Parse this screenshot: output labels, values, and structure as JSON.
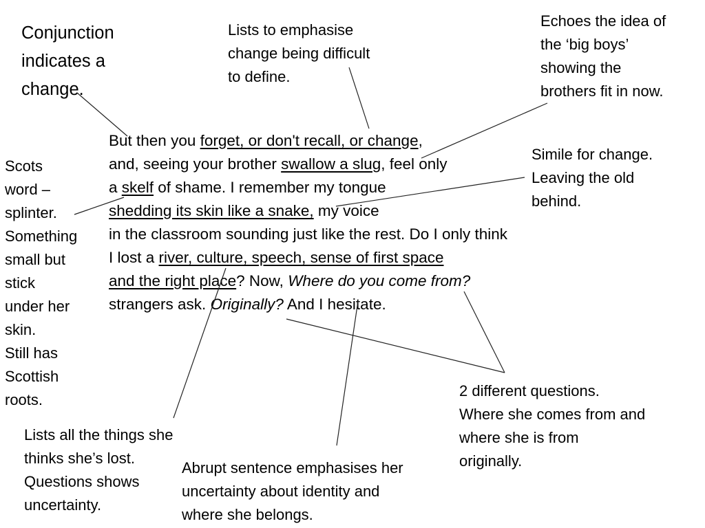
{
  "notes": {
    "conjunction": [
      "Conjunction",
      "indicates a",
      "change."
    ],
    "lists_change": [
      "Lists to emphasise",
      "change being difficult",
      "to define."
    ],
    "echoes": [
      "Echoes the idea of",
      "the ‘big boys’",
      "showing the",
      "brothers fit in now."
    ],
    "scots": [
      "Scots",
      "word –",
      "splinter.",
      "Something",
      "small but",
      "stick",
      "under her",
      "skin.",
      "Still has",
      "Scottish",
      "roots."
    ],
    "simile": [
      "Simile for change.",
      "Leaving the old",
      "behind."
    ],
    "lists_lost": [
      "Lists all the things she",
      "thinks she’s lost.",
      "Questions shows",
      "uncertainty."
    ],
    "abrupt": [
      "Abrupt sentence emphasises her",
      "uncertainty about identity and",
      "where she belongs."
    ],
    "questions": [
      "2 different questions.",
      "Where she comes from and",
      "where she is from",
      "originally."
    ]
  },
  "poem": {
    "l1": {
      "a": "But then you ",
      "u": "forget, or don't recall, or change",
      "b": ","
    },
    "l2": {
      "a": "and, seeing your brother ",
      "u": "swallow a slug",
      "b": ", feel only"
    },
    "l3": {
      "a": "a ",
      "u": "skelf",
      "b": " of shame. I remember my tongue"
    },
    "l4": {
      "u": "shedding its skin like a snake,",
      "b": " my voice"
    },
    "l5": {
      "a": "in the classroom sounding just like the rest. Do I only think"
    },
    "l6": {
      "a": "I lost a ",
      "u": "river, culture, speech, sense of first space"
    },
    "l7": {
      "u": "and the right place",
      "a": "? Now, ",
      "i": "Where do you come from?"
    },
    "l8": {
      "a": "strangers ask. ",
      "i": "Originally?",
      "b": " And I hesitate."
    }
  }
}
